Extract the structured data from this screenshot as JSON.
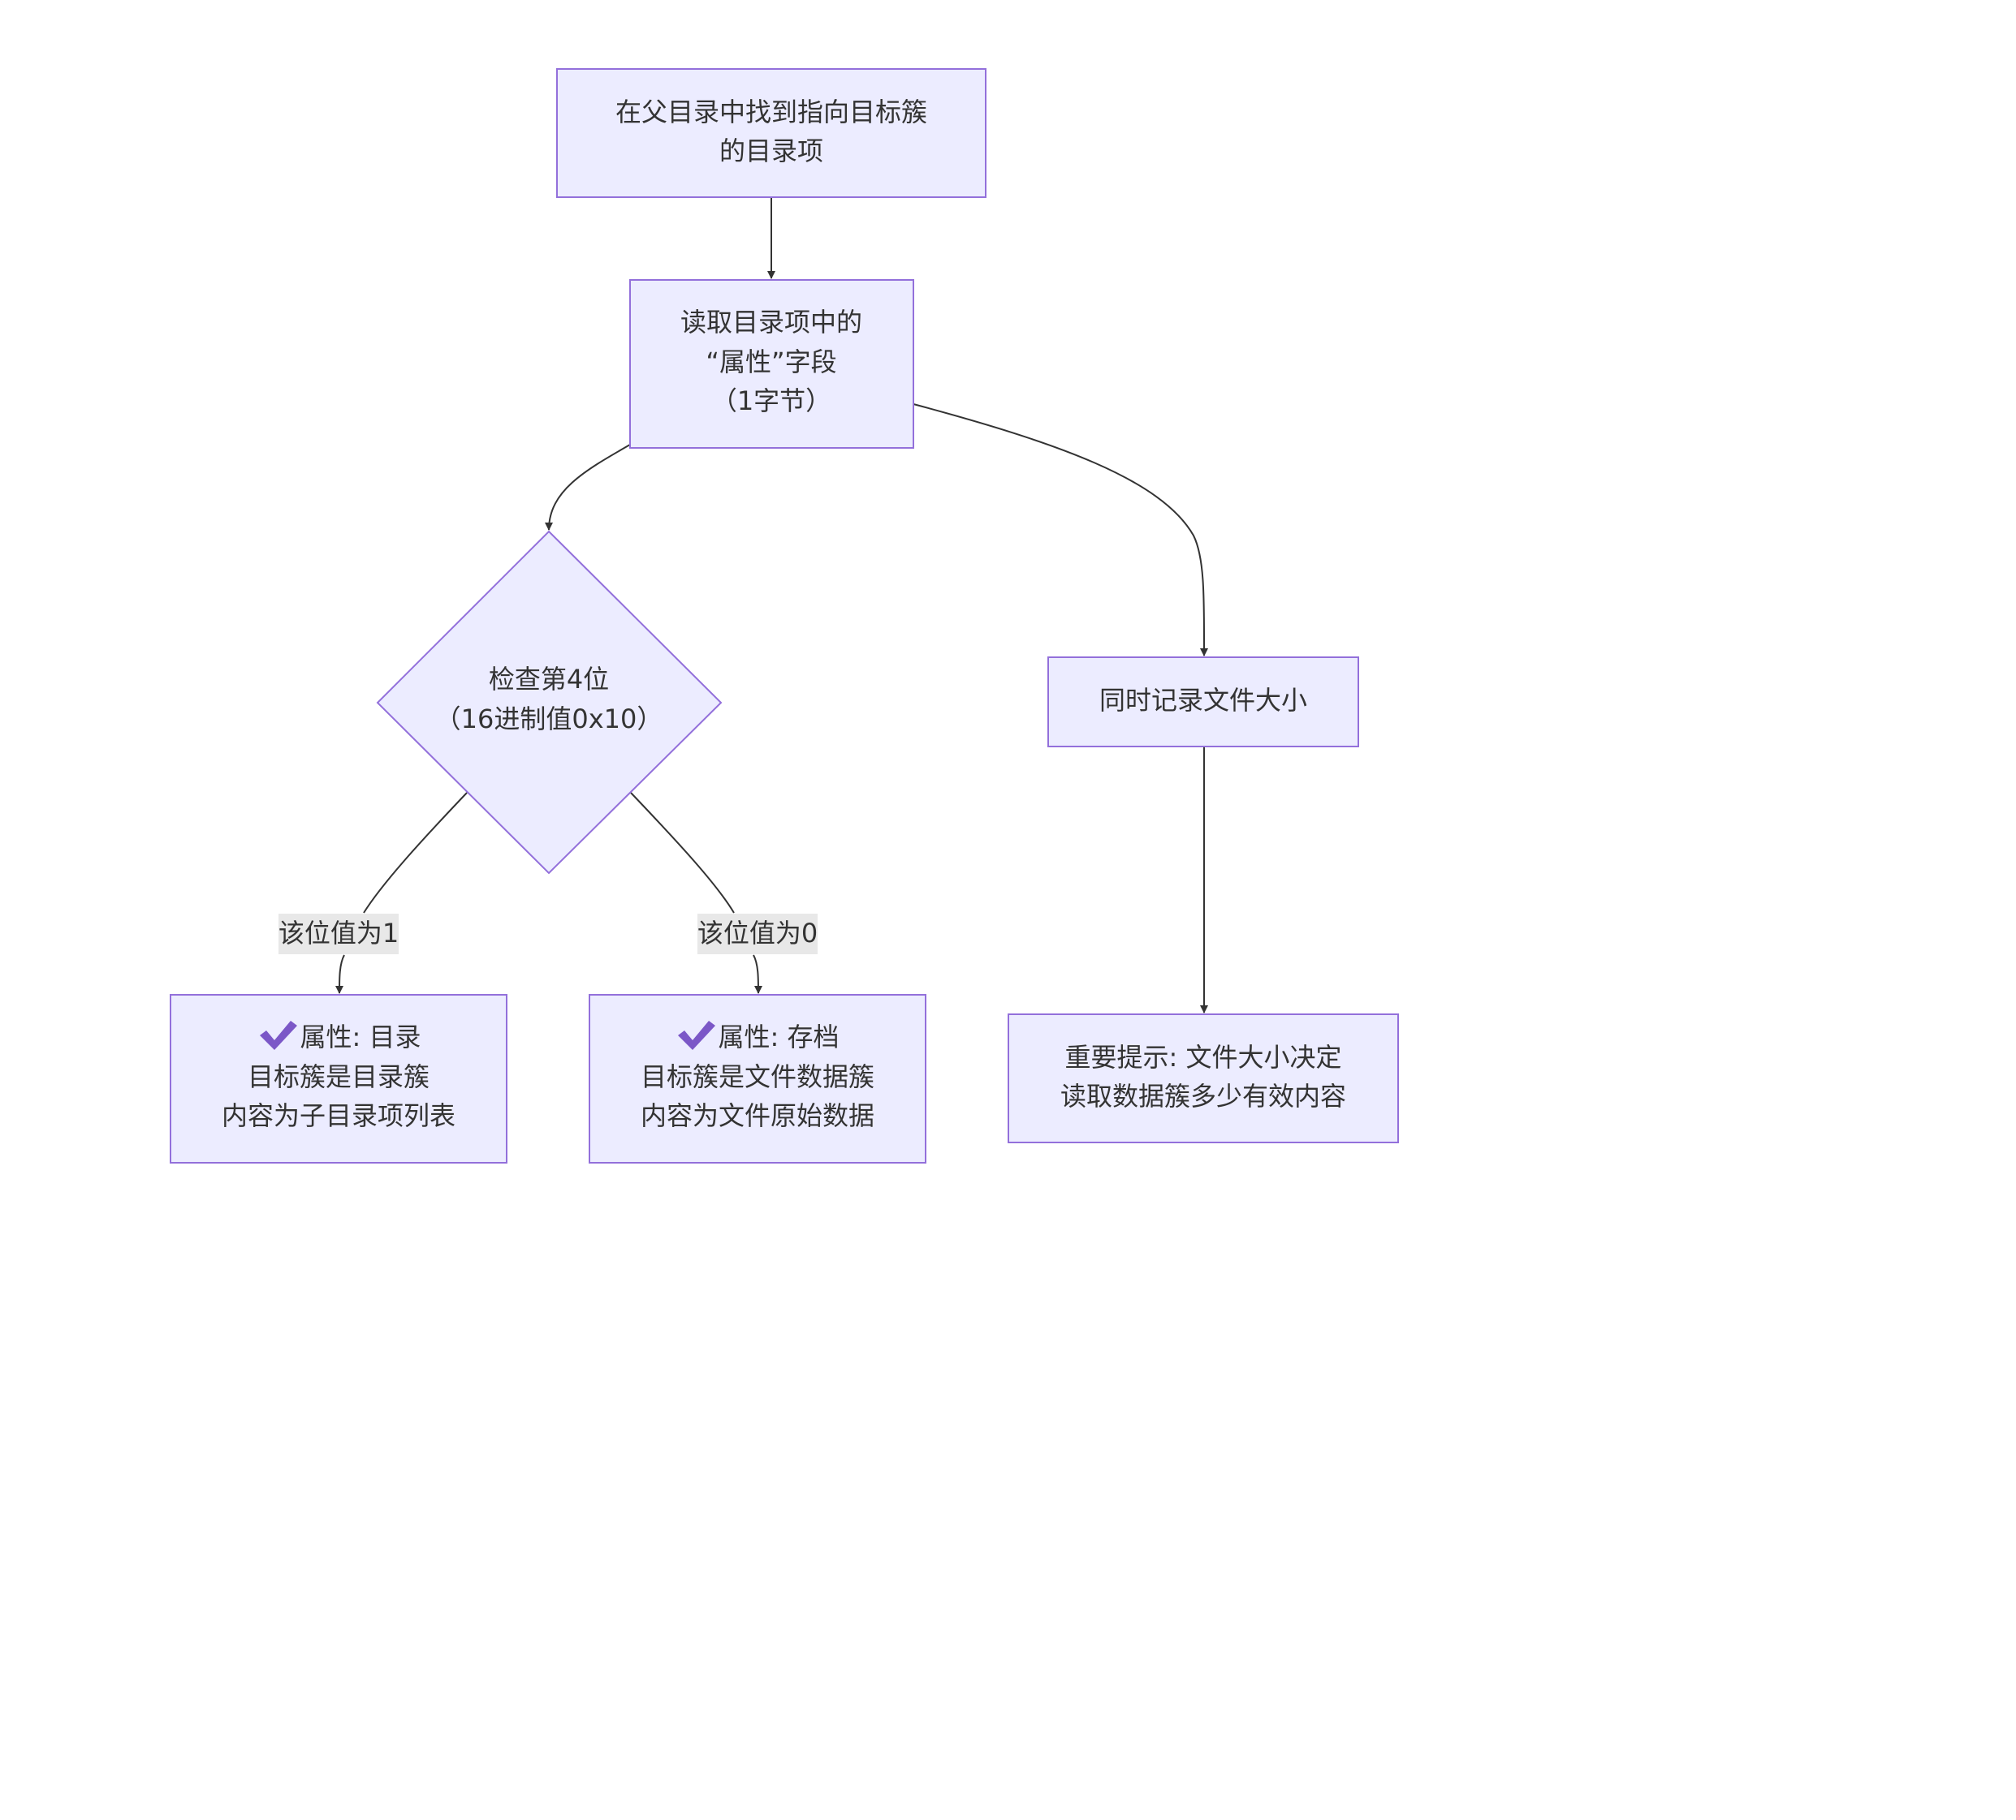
{
  "nodes": {
    "start": {
      "lines": [
        "在父目录中找到指向目标簇",
        "的目录项"
      ]
    },
    "read_attr": {
      "lines": [
        "读取目录项中的",
        "“属性”字段",
        "（1字节）"
      ]
    },
    "check_bit": {
      "lines": [
        "检查第4位",
        "（16进制值0x10）"
      ]
    },
    "record_size": {
      "lines": [
        "同时记录文件大小"
      ]
    },
    "dir_result": {
      "title": "属性: 目录",
      "icon": "check-mark-icon",
      "lines": [
        "目标簇是目录簇",
        "内容为子目录项列表"
      ]
    },
    "archive_result": {
      "title": "属性: 存档",
      "icon": "check-mark-icon",
      "lines": [
        "目标簇是文件数据簇",
        "内容为文件原始数据"
      ]
    },
    "note": {
      "lines": [
        "重要提示: 文件大小决定",
        "读取数据簇多少有效内容"
      ]
    }
  },
  "edge_labels": {
    "bit_one": "该位值为1",
    "bit_zero": "该位值为0"
  },
  "colors": {
    "node_fill": "#ececff",
    "node_stroke": "#9370db",
    "edge": "#333333",
    "edge_label_bg": "#e8e8e8",
    "check_icon": "#7b57c7"
  }
}
